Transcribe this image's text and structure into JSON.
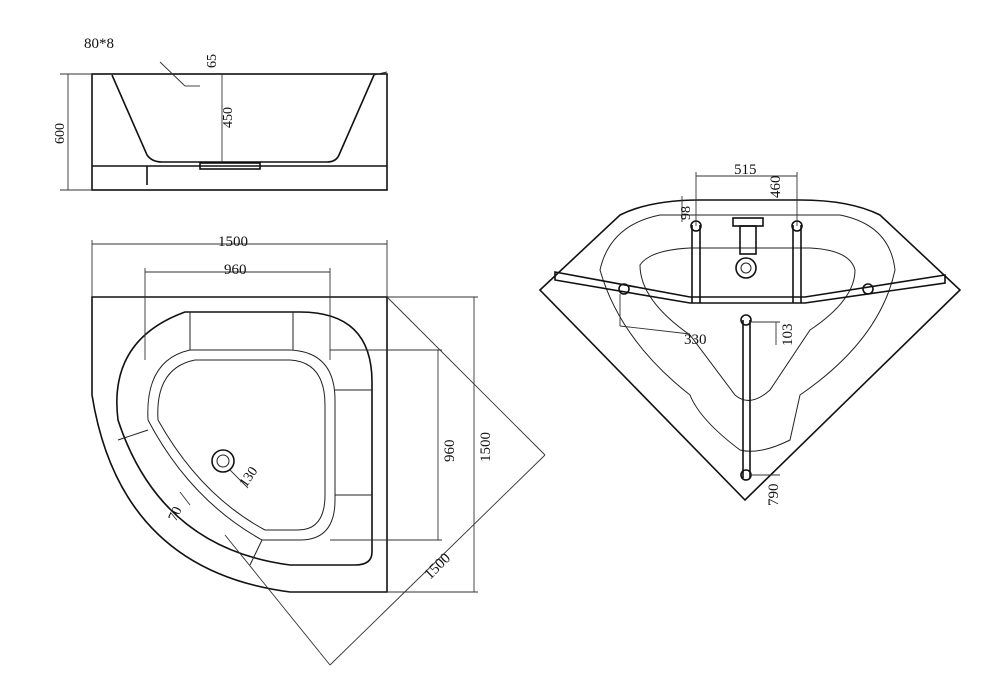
{
  "side_view": {
    "drain_spec": "80*8",
    "rim_offset": "65",
    "inner_depth": "450",
    "total_height": "600"
  },
  "plan_view": {
    "overall_width": "1500",
    "inner_width": "960",
    "inner_height": "960",
    "overall_height": "1500",
    "drain_offset": "130",
    "rim_width": "70",
    "diagonal": "1500"
  },
  "bottom_view": {
    "leg_spacing": "515",
    "leg_depth": "460",
    "leg_offset": "98",
    "side_offset": "330",
    "center_offset": "103",
    "front_offset": "790"
  }
}
